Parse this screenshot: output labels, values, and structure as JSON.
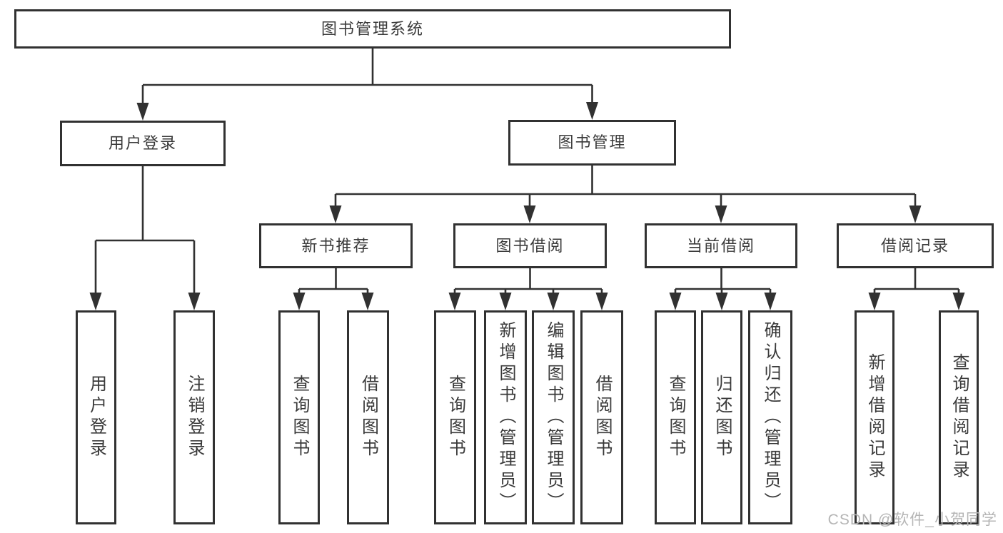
{
  "diagram": {
    "title": "图书管理系统",
    "type": "function-structure-tree",
    "colors": {
      "line": "#313131",
      "box_border": "#313131",
      "text": "#3a3a3a",
      "background": "#ffffff",
      "watermark": "#b5b5b5"
    }
  },
  "tree": {
    "root": {
      "label": "图书管理系统",
      "children": [
        {
          "label": "用户登录",
          "children": [
            {
              "label": "用户登录"
            },
            {
              "label": "注销登录"
            }
          ]
        },
        {
          "label": "图书管理",
          "children": [
            {
              "label": "新书推荐",
              "children": [
                {
                  "label": "查询图书"
                },
                {
                  "label": "借阅图书"
                }
              ]
            },
            {
              "label": "图书借阅",
              "children": [
                {
                  "label": "查询图书"
                },
                {
                  "label": "新增图书（管理员）"
                },
                {
                  "label": "编辑图书（管理员）"
                },
                {
                  "label": "借阅图书"
                }
              ]
            },
            {
              "label": "当前借阅",
              "children": [
                {
                  "label": "查询图书"
                },
                {
                  "label": "归还图书"
                },
                {
                  "label": "确认归还（管理员）"
                }
              ]
            },
            {
              "label": "借阅记录",
              "children": [
                {
                  "label": "新增借阅记录"
                },
                {
                  "label": "查询借阅记录"
                }
              ]
            }
          ]
        }
      ]
    }
  },
  "watermark": {
    "text": "CSDN @软件_小贺同学"
  }
}
